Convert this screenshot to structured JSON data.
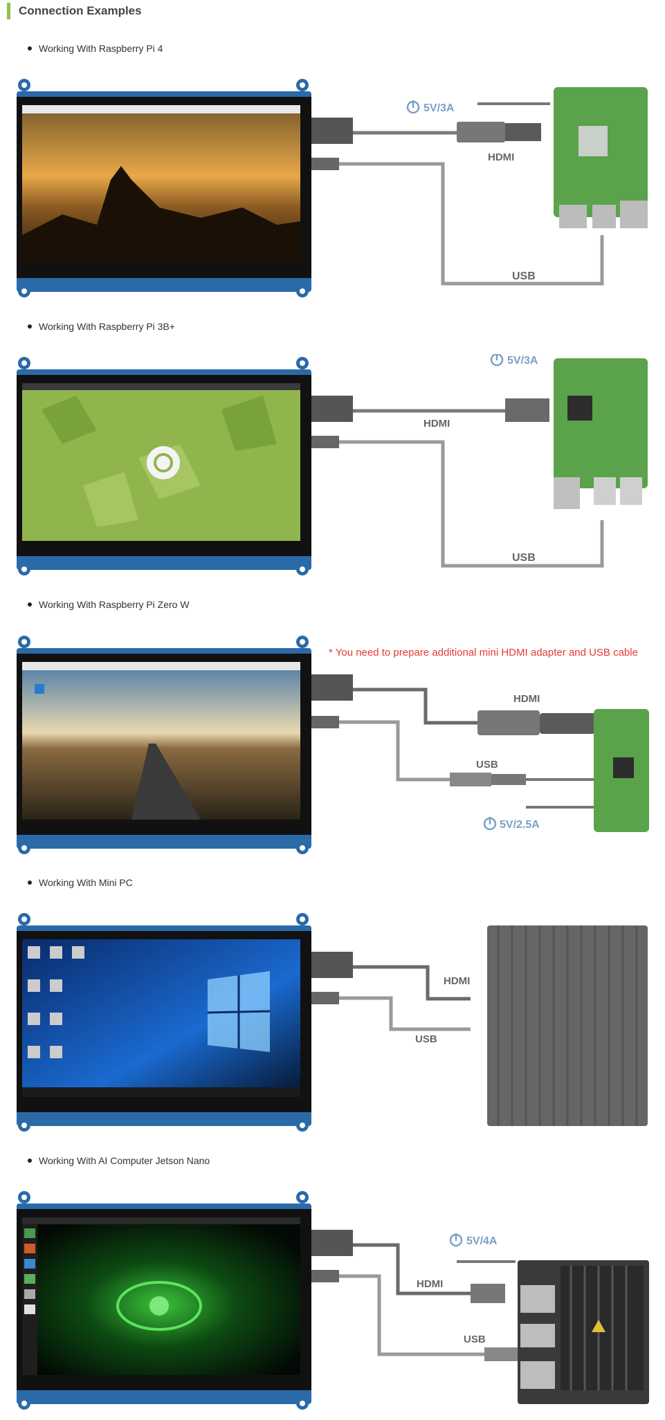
{
  "header": {
    "title": "Connection Examples"
  },
  "examples": [
    {
      "heading": "Working With Raspberry Pi 4",
      "power": "5V/3A",
      "hdmi": "HDMI",
      "usb": "USB"
    },
    {
      "heading": "Working With Raspberry Pi 3B+",
      "power": "5V/3A",
      "hdmi": "HDMI",
      "usb": "USB"
    },
    {
      "heading": "Working With Raspberry Pi Zero W",
      "note": "* You need to prepare additional mini HDMI adapter and USB cable",
      "power": "5V/2.5A",
      "hdmi": "HDMI",
      "usb": "USB"
    },
    {
      "heading": "Working With Mini PC",
      "hdmi": "HDMI",
      "usb": "USB"
    },
    {
      "heading": "Working With AI Computer Jetson Nano",
      "power": "5V/4A",
      "hdmi": "HDMI",
      "usb": "USB"
    }
  ],
  "colors": {
    "accent": "#8bc34a",
    "board_green": "#5aa34a",
    "label_blue": "#7aa0c8",
    "cable_gray": "#9a9a9a",
    "note_red": "#e53935"
  },
  "icons": [
    "power-icon"
  ]
}
